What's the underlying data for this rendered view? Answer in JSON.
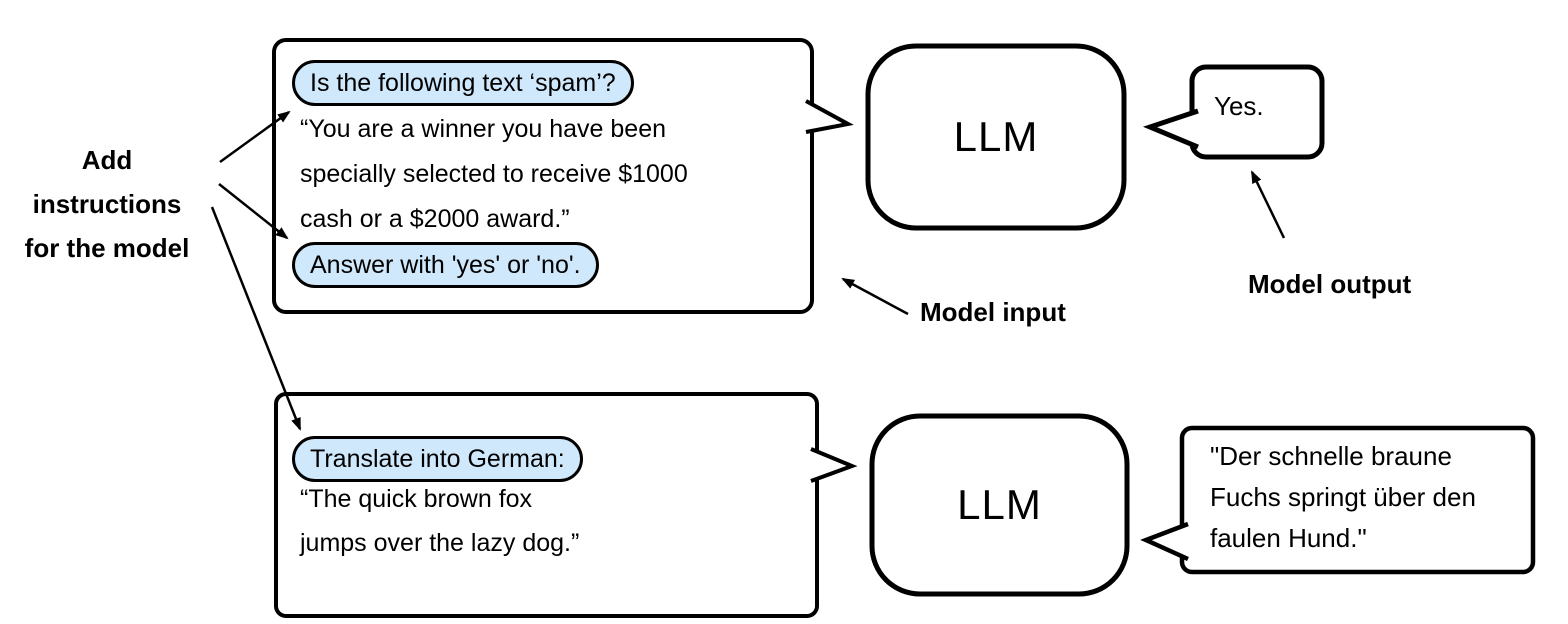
{
  "diagram": {
    "labels": {
      "add_instructions": [
        "Add instructions",
        "for the model"
      ],
      "model_input": "Model input",
      "model_output": "Model output"
    },
    "example1": {
      "instruction_top": "Is the following text ‘spam’?",
      "body_lines": [
        "“You are a winner you have been",
        "specially selected to receive $1000",
        "cash or a $2000 award.”"
      ],
      "instruction_bottom": "Answer with 'yes' or 'no'.",
      "model_name": "LLM",
      "output": "Yes."
    },
    "example2": {
      "instruction_top": "Translate into German:",
      "body_lines": [
        "“The quick brown fox",
        "jumps over the lazy dog.”"
      ],
      "model_name": "LLM",
      "output_lines": [
        "\"Der schnelle braune",
        "Fuchs springt über den",
        "faulen Hund.\""
      ]
    },
    "colors": {
      "highlight_blue": "#cfe8fb",
      "stroke_black": "#000000",
      "background": "#ffffff"
    }
  }
}
